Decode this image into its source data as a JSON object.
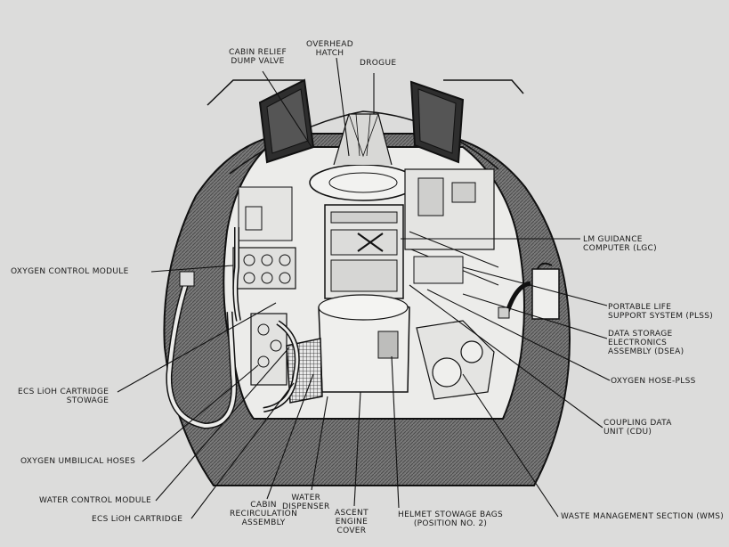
{
  "labels": {
    "cabin_relief": "CABIN RELIEF\nDUMP VALVE",
    "overhead_hatch": "OVERHEAD\nHATCH",
    "drogue": "DROGUE",
    "lgc": "LM GUIDANCE\nCOMPUTER (LGC)",
    "oxygen_control": "OXYGEN CONTROL MODULE",
    "plss": "PORTABLE LIFE\nSUPPORT SYSTEM (PLSS)",
    "dsea": "DATA STORAGE\nELECTRONICS\nASSEMBLY (DSEA)",
    "hose_plss": "OXYGEN HOSE-PLSS",
    "lioh_stowage": "ECS LiOH CARTRIDGE\nSTOWAGE",
    "cdu": "COUPLING DATA\nUNIT (CDU)",
    "umbilical": "OXYGEN UMBILICAL HOSES",
    "water_control": "WATER CONTROL MODULE",
    "lioh_cartridge": "ECS LiOH CARTRIDGE",
    "cabin_recirc": "CABIN\nRECIRCULATION\nASSEMBLY",
    "water_dispenser": "WATER\nDISPENSER",
    "ascent_cover": "ASCENT\nENGINE\nCOVER",
    "helmet_bags": "HELMET STOWAGE BAGS\n(POSITION NO. 2)",
    "wms": "WASTE MANAGEMENT SECTION (WMS)"
  }
}
